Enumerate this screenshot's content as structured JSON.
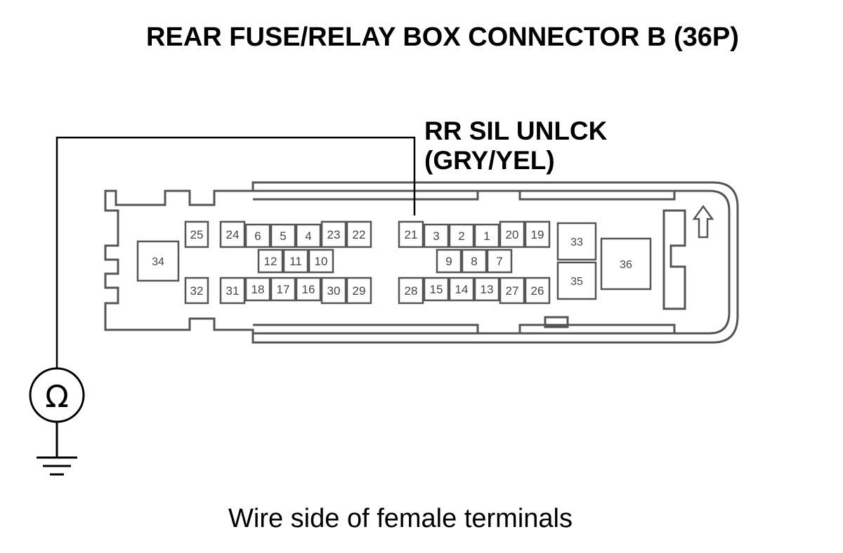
{
  "title": "REAR FUSE/RELAY BOX CONNECTOR B (36P)",
  "wire": {
    "name": "RR SIL UNLCK",
    "color": "(GRY/YEL)"
  },
  "caption": "Wire side of female terminals",
  "meter_symbol": "Ω",
  "terminals": [
    "1",
    "2",
    "3",
    "4",
    "5",
    "6",
    "7",
    "8",
    "9",
    "10",
    "11",
    "12",
    "13",
    "14",
    "15",
    "16",
    "17",
    "18",
    "19",
    "20",
    "21",
    "22",
    "23",
    "24",
    "25",
    "26",
    "27",
    "28",
    "29",
    "30",
    "31",
    "32",
    "33",
    "34",
    "35",
    "36"
  ],
  "probed_terminal": "21"
}
